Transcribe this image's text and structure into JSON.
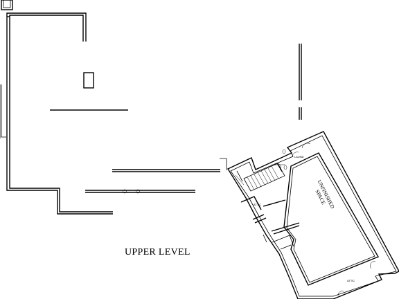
{
  "drawing": {
    "level_label": "UPPER LEVEL",
    "unfinished_line1": "UNFINISHED",
    "unfinished_line2": "SPACE",
    "attic_label_1": "ATTIC",
    "attic_label_2": "ATTIC",
    "laundry_label": "LAUND"
  }
}
